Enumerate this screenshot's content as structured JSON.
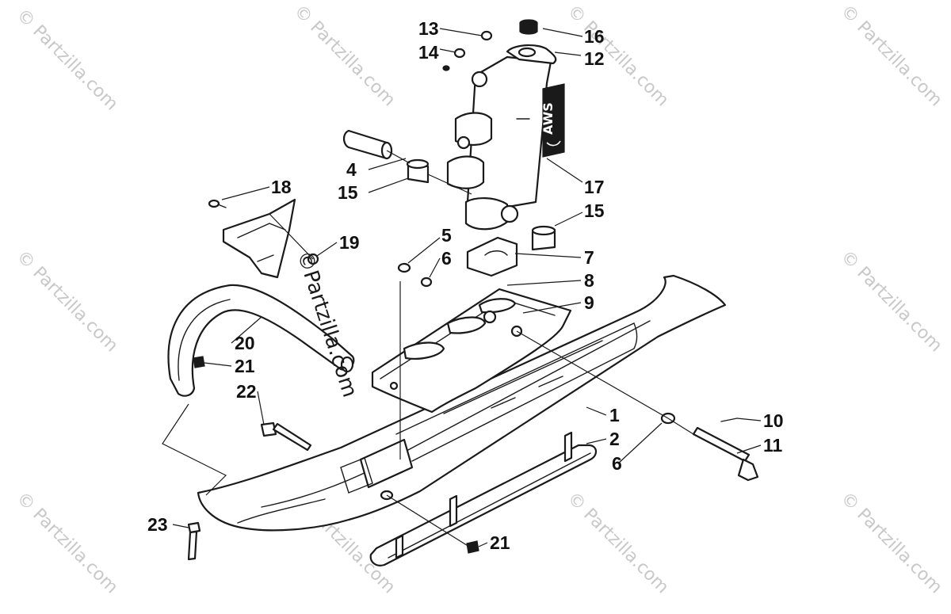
{
  "callouts": {
    "c1": "1",
    "c2": "2",
    "c4": "4",
    "c5": "5",
    "c6a": "6",
    "c6b": "6",
    "c7": "7",
    "c8": "8",
    "c9": "9",
    "c10": "10",
    "c11": "11",
    "c12": "12",
    "c13": "13",
    "c14": "14",
    "c15a": "15",
    "c15b": "15",
    "c16": "16",
    "c17": "17",
    "c18": "18",
    "c19": "19",
    "c20": "20",
    "c21a": "21",
    "c21b": "21",
    "c22": "22",
    "c23": "23"
  },
  "watermark": {
    "text": "© Partzilla.com",
    "center_text": "©Partzilla.com"
  },
  "decal": {
    "text": "AWS"
  },
  "colors": {
    "line": "#1a1a1a",
    "watermark": "#c8c8c8",
    "background": "#ffffff"
  }
}
